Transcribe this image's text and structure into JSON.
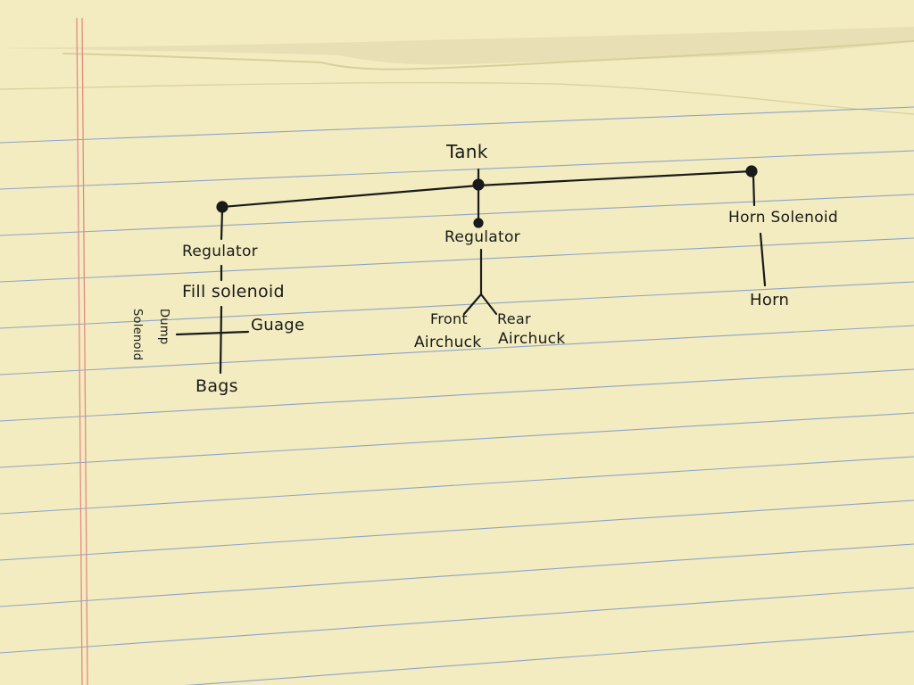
{
  "colors": {
    "paper": "#f3ecc0",
    "paper_shadow": "#d9cf9d",
    "rule_line": "#8ea3c9",
    "margin_line": "#e48a86",
    "ink": "#1a1a1a",
    "clipboard": "#6e6b6c"
  },
  "diagram": {
    "nodes": {
      "tank": "Tank",
      "left_regulator": "Regulator",
      "fill_solenoid": "Fill solenoid",
      "dump_solenoid": "Dump Solenoid",
      "gauge": "Guage",
      "bags": "Bags",
      "center_regulator": "Regulator",
      "front_airchuck": "Front Airchuck",
      "rear_airchuck": "Rear Airchuck",
      "horn_solenoid": "Horn Solenoid",
      "horn": "Horn"
    },
    "text": {
      "tank": "Tank",
      "left_regulator": "Regulator",
      "fill_solenoid": "Fill solenoid",
      "dump_line1": "Dump",
      "dump_line2": "Solenoid",
      "gauge": "Guage",
      "bags": "Bags",
      "center_regulator": "Regulator",
      "front": "Front",
      "airchuck_left": "Airchuck",
      "rear": "Rear",
      "airchuck_right": "Airchuck",
      "horn_solenoid": "Horn Solenoid",
      "horn": "Horn"
    },
    "edges": [
      [
        "tank",
        "left_regulator"
      ],
      [
        "tank",
        "center_regulator"
      ],
      [
        "tank",
        "horn_solenoid"
      ],
      [
        "left_regulator",
        "fill_solenoid"
      ],
      [
        "fill_solenoid",
        "dump_solenoid"
      ],
      [
        "fill_solenoid",
        "gauge"
      ],
      [
        "fill_solenoid",
        "bags"
      ],
      [
        "center_regulator",
        "front_airchuck"
      ],
      [
        "center_regulator",
        "rear_airchuck"
      ],
      [
        "horn_solenoid",
        "horn"
      ]
    ]
  }
}
